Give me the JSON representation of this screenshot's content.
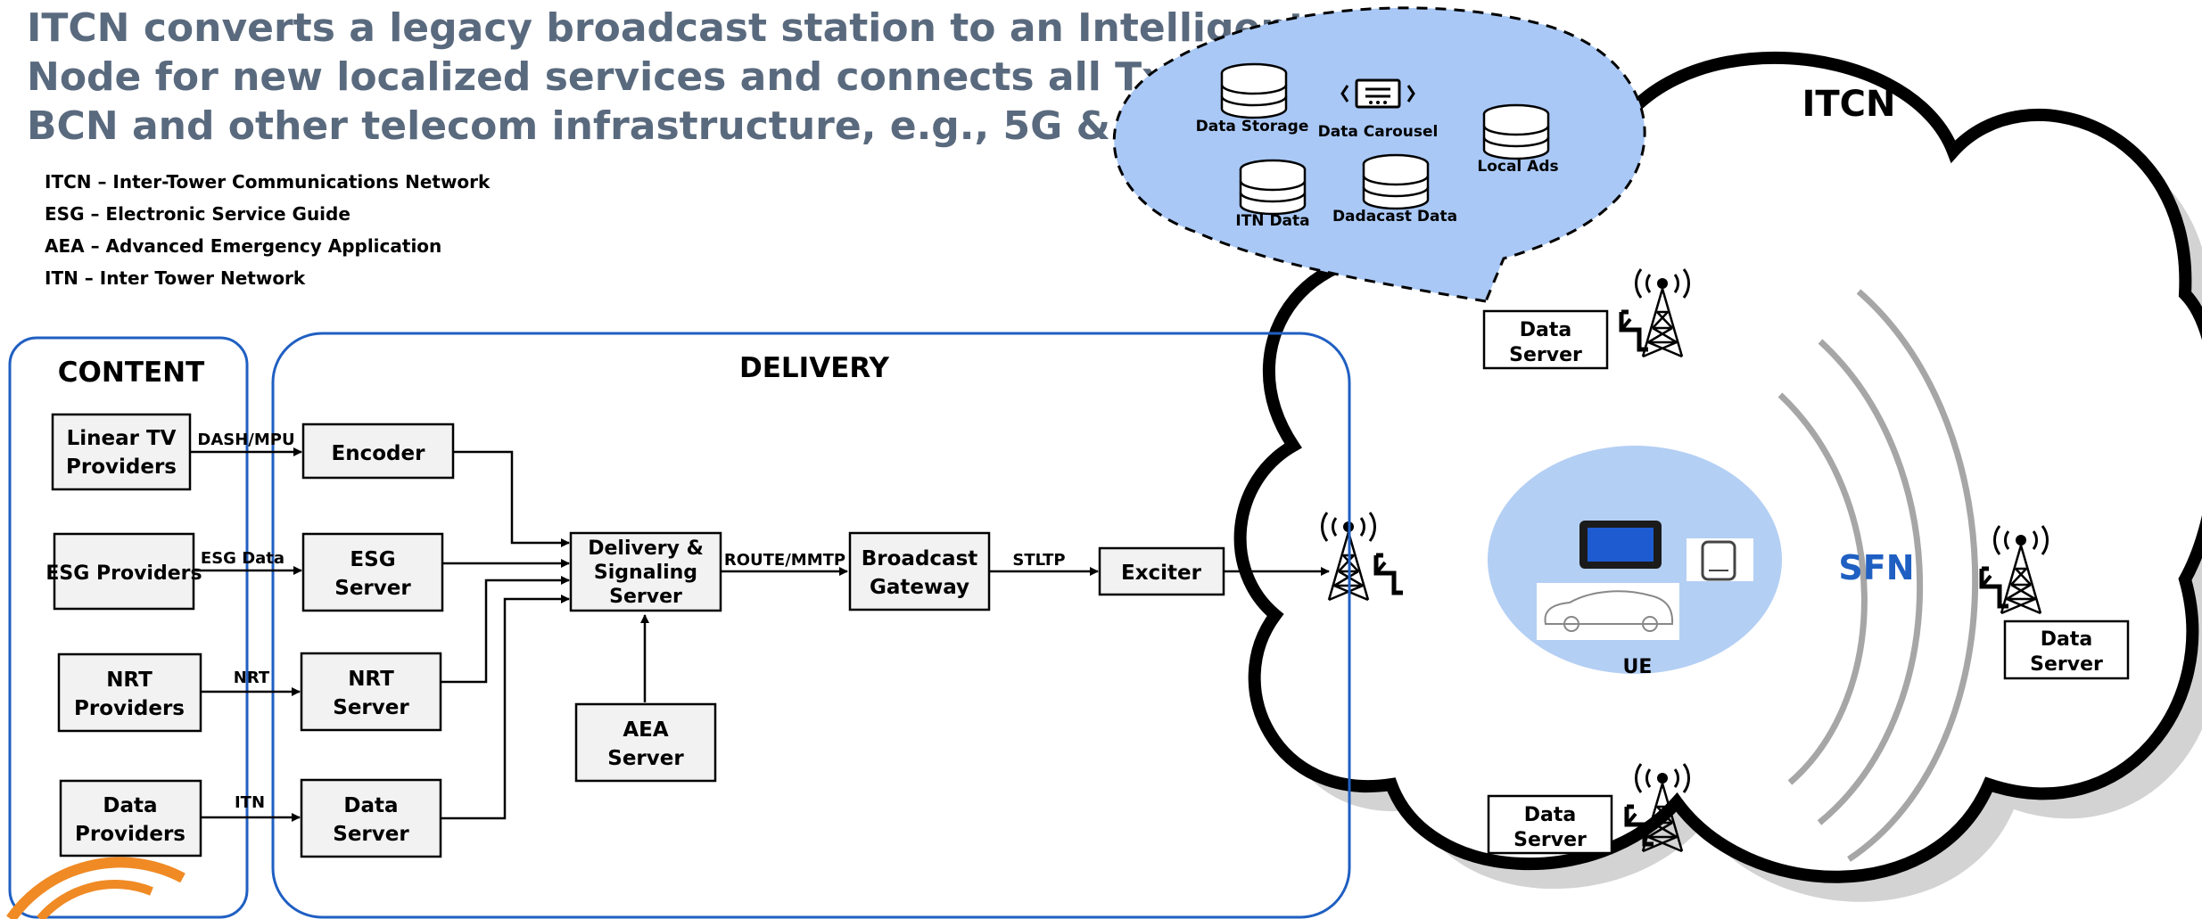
{
  "title": {
    "line1": "ITCN converts a legacy broadcast station to an Intelligent",
    "line2": "Node for new localized services and connects all Txs with",
    "line3": "BCN and other telecom infrastructure, e.g., 5G & Interne"
  },
  "legend": [
    "ITCN – Inter-Tower Communications Network",
    "ESG – Electronic Service Guide",
    "AEA – Advanced Emergency Application",
    "ITN – Inter Tower Network"
  ],
  "sections": {
    "content": "CONTENT",
    "delivery": "DELIVERY"
  },
  "content_boxes": {
    "linear_tv": [
      "Linear TV",
      "Providers"
    ],
    "esg_providers": [
      "ESG Providers"
    ],
    "nrt_providers": [
      "NRT",
      "Providers"
    ],
    "data_providers": [
      "Data",
      "Providers"
    ]
  },
  "delivery_boxes": {
    "encoder": [
      "Encoder"
    ],
    "esg_server": [
      "ESG",
      "Server"
    ],
    "nrt_server": [
      "NRT",
      "Server"
    ],
    "data_server": [
      "Data",
      "Server"
    ],
    "delivery_signaling": [
      "Delivery &",
      "Signaling",
      "Server"
    ],
    "aea_server": [
      "AEA",
      "Server"
    ],
    "broadcast_gateway": [
      "Broadcast",
      "Gateway"
    ],
    "exciter": [
      "Exciter"
    ]
  },
  "link_labels": {
    "dash_mpu": "DASH/MPU",
    "esg_data": "ESG Data",
    "nrt": "NRT",
    "itn": "ITN",
    "route_mmtp": "ROUTE/MMTP",
    "stltp": "STLTP"
  },
  "itcn": {
    "label": "ITCN",
    "sfn": "SFN",
    "ue": "UE",
    "node_data_server": [
      "Data",
      "Server"
    ]
  },
  "bubble": {
    "data_storage": "Data Storage",
    "data_carousel": "Data Carousel",
    "local_ads": "Local Ads",
    "itn_data": "ITN Data",
    "datacast_data": "Dadacast Data"
  },
  "colors": {
    "title": "#5a6a7e",
    "section_border": "#1f5fc2",
    "sfn_text": "#1f5fc2",
    "bubble_fill": "#a9c8f6",
    "ue_fill": "#b4cff4",
    "box_fill": "#f2f2f2",
    "sfn_arcs": "#a6a6a6",
    "logo_orange": "#f08a24",
    "device_blue": "#1e5bd0"
  }
}
